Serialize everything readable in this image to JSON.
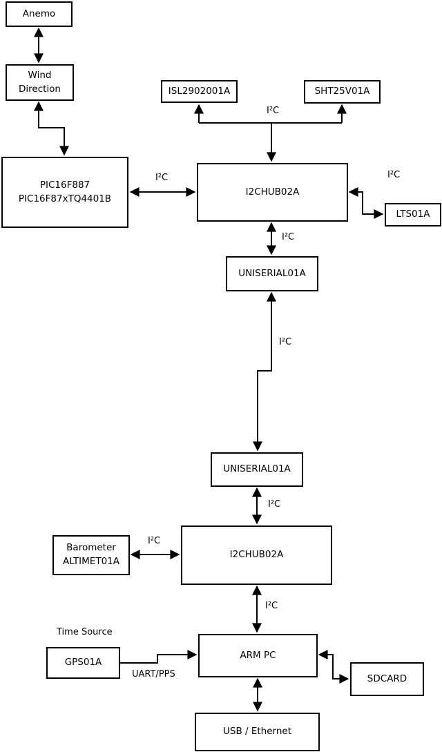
{
  "diagram": {
    "background_color": "#ffffff",
    "line_color": "#000000",
    "nodes": {
      "anemo": {
        "label": "Anemo"
      },
      "wind_direction": {
        "label": "Wind\nDirection"
      },
      "pic": {
        "label": "PIC16F887\nPIC16F87xTQ4401B"
      },
      "isl": {
        "label": "ISL2902001A"
      },
      "sht": {
        "label": "SHT25V01A"
      },
      "i2c_hub_1": {
        "label": "I2CHUB02A"
      },
      "lts": {
        "label": "LTS01A"
      },
      "uniserial_1": {
        "label": "UNISERIAL01A"
      },
      "uniserial_2": {
        "label": "UNISERIAL01A"
      },
      "i2c_hub_2": {
        "label": "I2CHUB02A"
      },
      "barometer": {
        "label": "Barometer\nALTIMET01A"
      },
      "gps": {
        "label": "GPS01A"
      },
      "arm_pc": {
        "label": "ARM PC"
      },
      "sdcard": {
        "label": "SDCARD"
      },
      "usb_ethernet": {
        "label": "USB / Ethernet"
      }
    },
    "labels": {
      "i2c": "I²C",
      "uart_pps": "UART/PPS",
      "time_source": "Time Source"
    }
  }
}
